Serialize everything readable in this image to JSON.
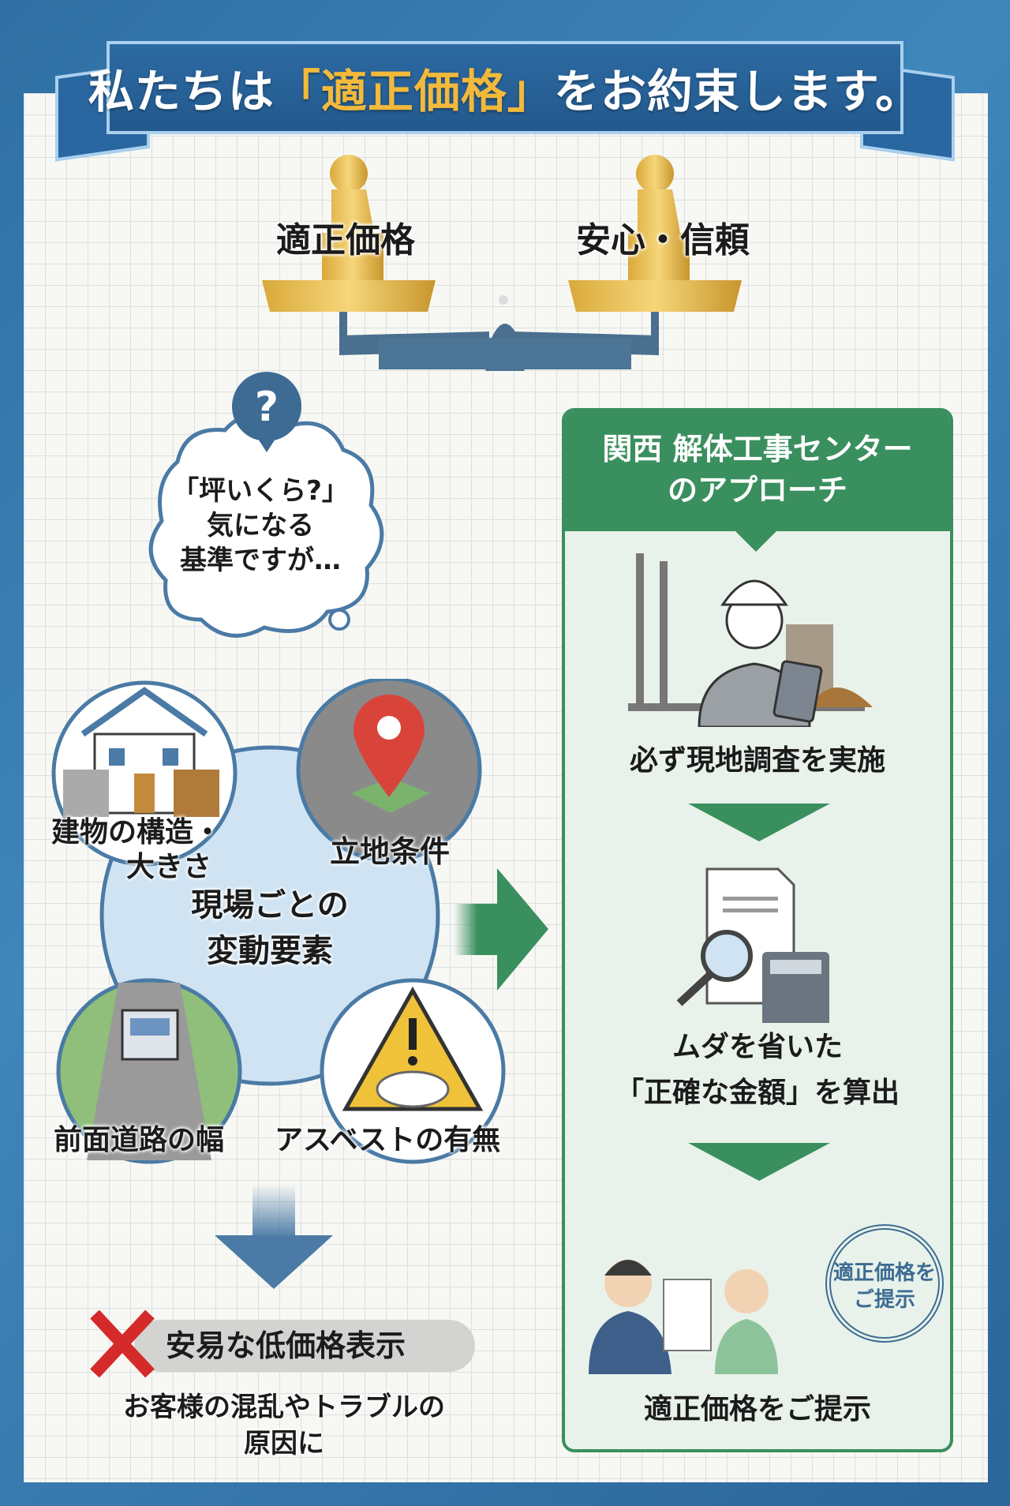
{
  "banner": {
    "prefix": "私たちは",
    "highlight": "「適正価格」",
    "suffix": "をお約束します。"
  },
  "scale": {
    "left_label": "適正価格",
    "right_label": "安心・信頼"
  },
  "thought": {
    "icon": "question-icon",
    "line1": "「坪いくら?」",
    "line2": "気になる",
    "line3": "基準ですが…"
  },
  "factors": {
    "center_line1": "現場ごとの",
    "center_line2": "変動要素",
    "building_line1": "建物の構造・",
    "building_line2": "大きさ",
    "location": "立地条件",
    "road": "前面道路の幅",
    "asbestos": "アスベストの有無"
  },
  "bad": {
    "label": "安易な低価格表示",
    "desc_line1": "お客様の混乱やトラブルの",
    "desc_line2": "原因に"
  },
  "approach": {
    "title_line1": "関西 解体工事センター",
    "title_line2": "のアプローチ",
    "step1": "必ず現地調査を実施",
    "step2_line1": "ムダを省いた",
    "step2_line2": "「正確な金額」を算出",
    "step3": "適正価格をご提示",
    "stamp_line1": "適正価格を",
    "stamp_line2": "ご提示"
  },
  "colors": {
    "blue": "#2c6aa2",
    "green": "#3a8f5e",
    "gold": "#f2b93b",
    "red": "#d52a2a"
  }
}
